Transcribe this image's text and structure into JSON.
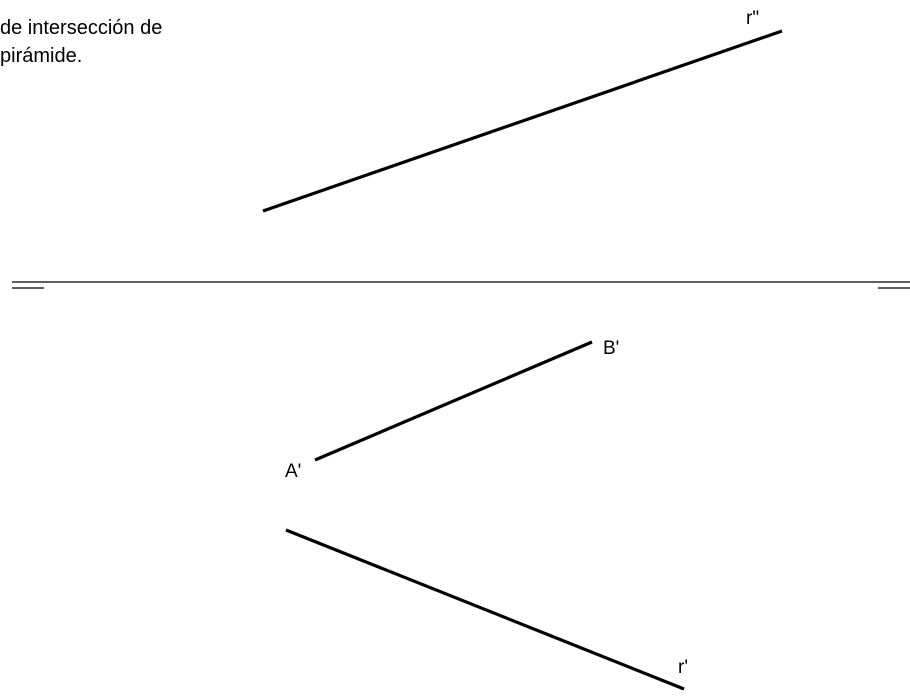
{
  "instruction": {
    "line1": "de intersección de",
    "line2": "pirámide."
  },
  "labels": {
    "r_vertical": "r\"",
    "r_horizontal": "r'",
    "a_horizontal": "A'",
    "b_horizontal": "B'"
  },
  "colors": {
    "ink": "#000000",
    "background": "#ffffff"
  }
}
